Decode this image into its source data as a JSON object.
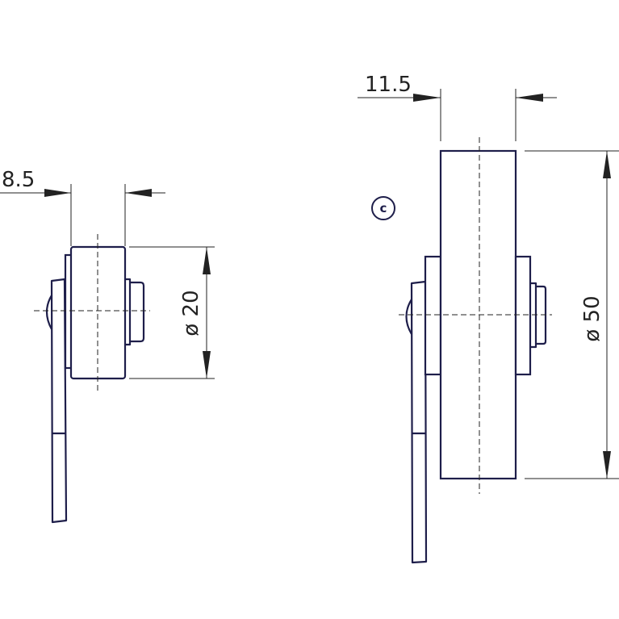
{
  "drawing": {
    "left_view": {
      "width_dim": "8.5",
      "diameter_dim": "ø 20"
    },
    "right_view": {
      "marker": "c",
      "width_dim": "11.5",
      "diameter_dim": "ø 50"
    }
  }
}
